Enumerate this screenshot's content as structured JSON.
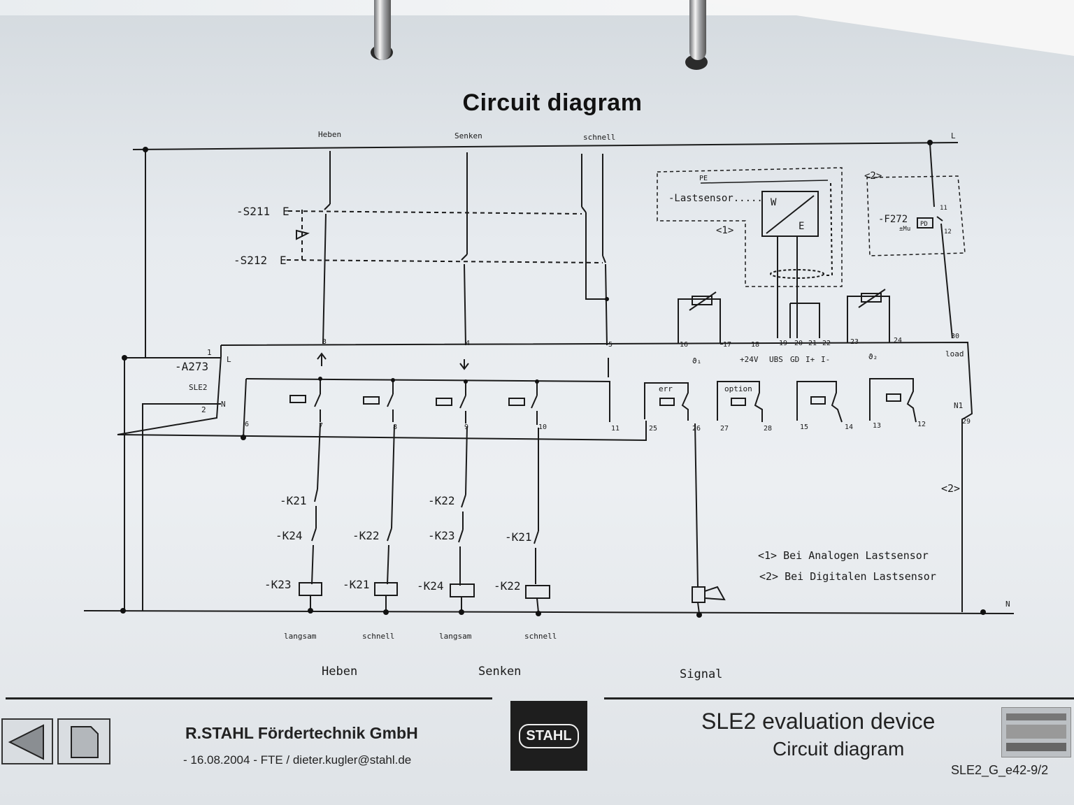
{
  "title": "Circuit diagram",
  "columns": {
    "heben": "Heben",
    "senken": "Senken",
    "schnell": "schnell"
  },
  "rails": {
    "top": "L",
    "bottom": "N"
  },
  "switches": {
    "s211": "-S211",
    "s212": "-S212",
    "e": "E"
  },
  "module": {
    "id": "-A273",
    "name": "SLE2",
    "pin_l": "L",
    "pin_n": "N",
    "pin_1": "1",
    "pin_2": "2",
    "load": "load",
    "n1": "N1"
  },
  "sensor": {
    "pe": "PE",
    "label": "-Lastsensor.....",
    "w": "W",
    "e": "E",
    "note1": "<1>",
    "note2": "<2>",
    "f272": "-F272",
    "pd": "PD",
    "mu": "±Mu",
    "p11": "11",
    "p12": "12"
  },
  "terminals": {
    "top": [
      "3",
      "4",
      "5",
      "16",
      "17",
      "18",
      "19",
      "20",
      "21",
      "22",
      "23",
      "24",
      "30"
    ],
    "bottom": [
      "6",
      "7",
      "8",
      "9",
      "10",
      "11",
      "25",
      "26",
      "27",
      "28",
      "15",
      "14",
      "13",
      "12",
      "29"
    ],
    "labels": {
      "s1": "ϑ₁",
      "v24": "+24V",
      "ubs": "UBS",
      "gd": "GD",
      "ip": "I+",
      "im": "I-",
      "s2": "ϑ₂"
    }
  },
  "relays": {
    "err": "err",
    "option": "option"
  },
  "contactors": {
    "r1": [
      "-K21",
      "-K24"
    ],
    "r2": [
      "-K22"
    ],
    "r3": [
      "-K22",
      "-K23"
    ],
    "r4": [
      "-K21"
    ],
    "coils": [
      "-K23",
      "-K21",
      "-K24",
      "-K22"
    ]
  },
  "notes": {
    "n1": "<1>  Bei Analogen Lastsensor",
    "n2": "<2>  Bei Digitalen Lastsensor",
    "n2short": "<2>"
  },
  "speeds": [
    "langsam",
    "schnell",
    "langsam",
    "schnell"
  ],
  "groups": {
    "heben": "Heben",
    "senken": "Senken",
    "signal": "Signal"
  },
  "footer": {
    "company": "R.STAHL  Fördertechnik GmbH",
    "date": "- 16.08.2004  - FTE /  dieter.kugler@stahl.de",
    "logo": "STAHL",
    "device": "SLE2 evaluation device",
    "subtitle": "Circuit diagram",
    "code": "SLE2_G_e42-9/2"
  }
}
